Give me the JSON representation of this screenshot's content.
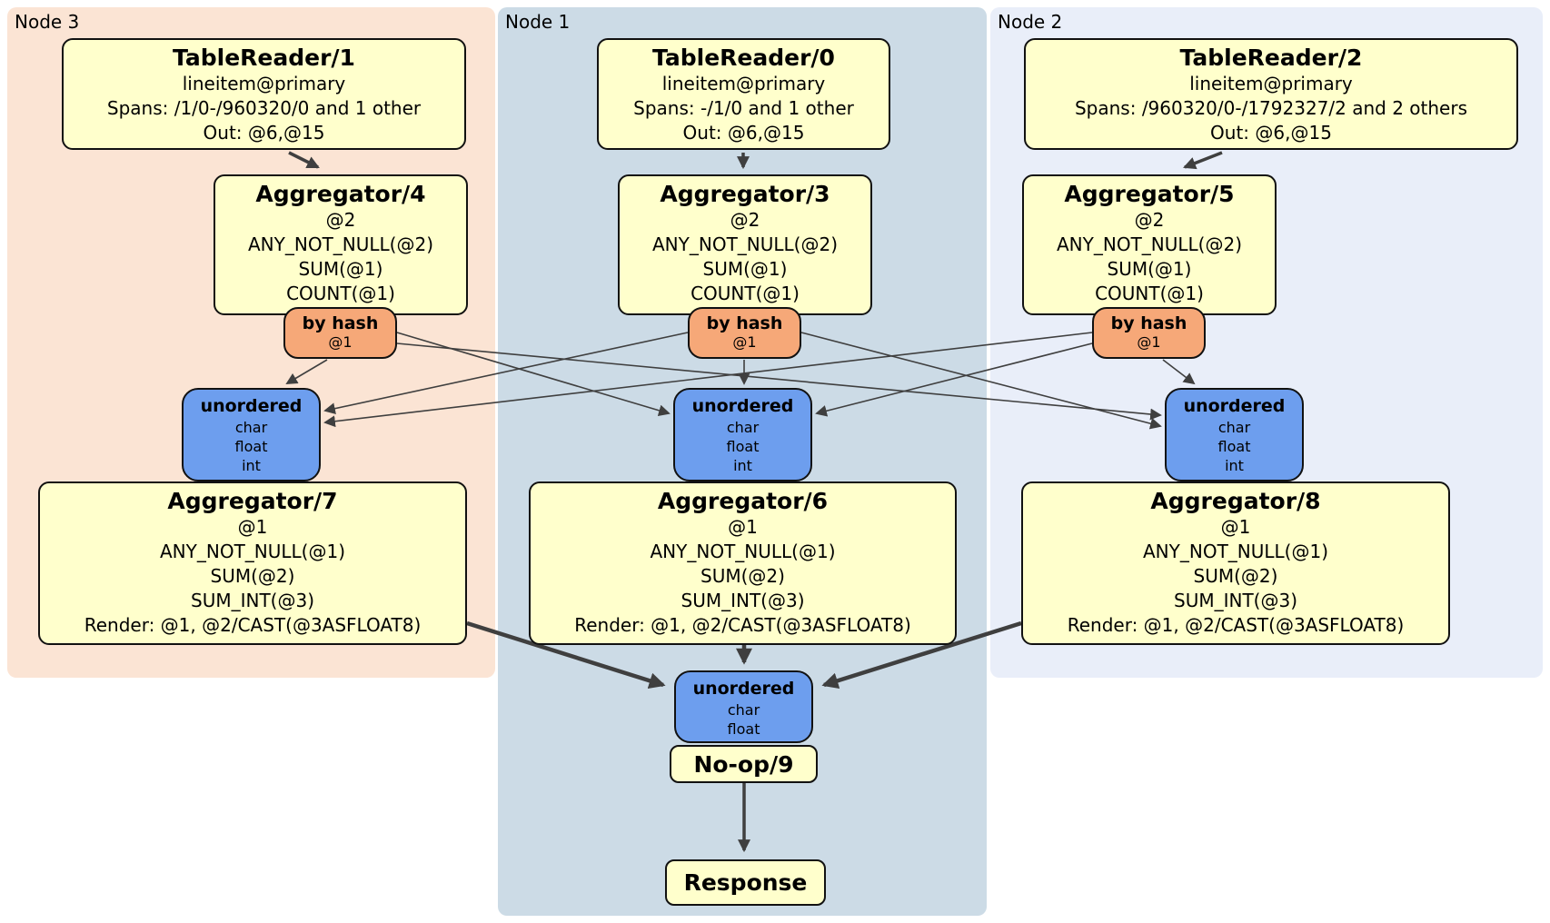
{
  "nodes": [
    {
      "label": "Node 3",
      "table_reader": {
        "title": "TableReader/1",
        "lines": [
          "lineitem@primary",
          "Spans: /1/0-/960320/0 and 1 other",
          "Out: @6,@15"
        ]
      },
      "pre_aggregator": {
        "title": "Aggregator/4",
        "lines": [
          "@2",
          "ANY_NOT_NULL(@2)",
          "SUM(@1)",
          "COUNT(@1)"
        ]
      },
      "hash_router": {
        "title": "by hash",
        "columns": "@1"
      },
      "sync": {
        "title": "unordered",
        "ordering": [
          "char",
          "float",
          "int"
        ]
      },
      "final_aggregator": {
        "title": "Aggregator/7",
        "lines": [
          "@1",
          "ANY_NOT_NULL(@1)",
          "SUM(@2)",
          "SUM_INT(@3)",
          "Render: @1, @2/CAST(@3ASFLOAT8)"
        ]
      }
    },
    {
      "label": "Node 1",
      "table_reader": {
        "title": "TableReader/0",
        "lines": [
          "lineitem@primary",
          "Spans: -/1/0 and 1 other",
          "Out: @6,@15"
        ]
      },
      "pre_aggregator": {
        "title": "Aggregator/3",
        "lines": [
          "@2",
          "ANY_NOT_NULL(@2)",
          "SUM(@1)",
          "COUNT(@1)"
        ]
      },
      "hash_router": {
        "title": "by hash",
        "columns": "@1"
      },
      "sync": {
        "title": "unordered",
        "ordering": [
          "char",
          "float",
          "int"
        ]
      },
      "final_aggregator": {
        "title": "Aggregator/6",
        "lines": [
          "@1",
          "ANY_NOT_NULL(@1)",
          "SUM(@2)",
          "SUM_INT(@3)",
          "Render: @1, @2/CAST(@3ASFLOAT8)"
        ]
      }
    },
    {
      "label": "Node 2",
      "table_reader": {
        "title": "TableReader/2",
        "lines": [
          "lineitem@primary",
          "Spans: /960320/0-/1792327/2 and 2 others",
          "Out: @6,@15"
        ]
      },
      "pre_aggregator": {
        "title": "Aggregator/5",
        "lines": [
          "@2",
          "ANY_NOT_NULL(@2)",
          "SUM(@1)",
          "COUNT(@1)"
        ]
      },
      "hash_router": {
        "title": "by hash",
        "columns": "@1"
      },
      "sync": {
        "title": "unordered",
        "ordering": [
          "char",
          "float",
          "int"
        ]
      },
      "final_aggregator": {
        "title": "Aggregator/8",
        "lines": [
          "@1",
          "ANY_NOT_NULL(@1)",
          "SUM(@2)",
          "SUM_INT(@3)",
          "Render: @1, @2/CAST(@3ASFLOAT8)"
        ]
      }
    }
  ],
  "output": {
    "sync": {
      "title": "unordered",
      "ordering": [
        "char",
        "float"
      ]
    },
    "noop": {
      "title": "No-op/9"
    },
    "response": {
      "title": "Response"
    }
  },
  "colors": {
    "node3_panel": "#fbe4d4",
    "node1_panel": "#ccdbe6",
    "node2_panel": "#e9eef9",
    "processor_fill": "#ffffcc",
    "router_fill": "#f6a878",
    "sync_fill": "#6d9eee",
    "edge": "#3f3f3f"
  }
}
